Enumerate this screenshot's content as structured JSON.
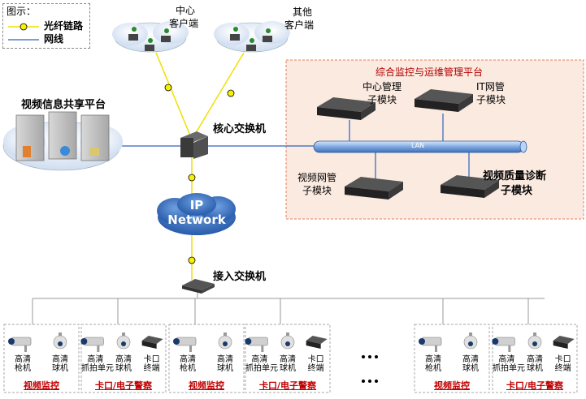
{
  "legend": {
    "title": "图示：",
    "items": [
      {
        "label": "光纤链路",
        "color": "#f0e000"
      },
      {
        "label": "网线",
        "color": "#3060c0"
      }
    ]
  },
  "clients": {
    "center": [
      "中心",
      "客户端"
    ],
    "other": [
      "其他",
      "客户端"
    ]
  },
  "video_share_platform": "视频信息共享平台",
  "core_switch": "核心交换机",
  "ip_network": [
    "IP",
    "Network"
  ],
  "access_switch": "接入交换机",
  "platform": {
    "title": "综合监控与运维管理平台",
    "lan": "LAN",
    "center_mgmt": [
      "中心管理",
      "子模块"
    ],
    "it_mgmt": [
      "IT网管",
      "子模块"
    ],
    "video_mgmt": [
      "视频网管",
      "子模块"
    ],
    "quality": [
      "视频质量诊断",
      "子模块"
    ]
  },
  "groups": [
    {
      "devices": [
        [
          "高清",
          "枪机"
        ],
        [
          "高清",
          "球机"
        ]
      ],
      "label": "视频监控"
    },
    {
      "devices": [
        [
          "高清",
          "抓拍单元"
        ],
        [
          "高清",
          "球机"
        ],
        [
          "卡口",
          "终端"
        ]
      ],
      "label": "卡口/电子警察"
    },
    {
      "devices": [
        [
          "高清",
          "枪机"
        ],
        [
          "高清",
          "球机"
        ]
      ],
      "label": "视频监控"
    },
    {
      "devices": [
        [
          "高清",
          "抓拍单元"
        ],
        [
          "高清",
          "球机"
        ],
        [
          "卡口",
          "终端"
        ]
      ],
      "label": "卡口/电子警察"
    },
    {
      "devices": [
        [
          "高清",
          "枪机"
        ],
        [
          "高清",
          "球机"
        ]
      ],
      "label": "视频监控"
    },
    {
      "devices": [
        [
          "高清",
          "抓拍单元"
        ],
        [
          "高清",
          "球机"
        ],
        [
          "卡口",
          "终端"
        ]
      ],
      "label": "卡口/电子警察"
    }
  ],
  "colors": {
    "fiber": "#f0e000",
    "cable": "#3060c0",
    "accent_red": "#c00000",
    "platform_bg": "#fbeae0"
  }
}
